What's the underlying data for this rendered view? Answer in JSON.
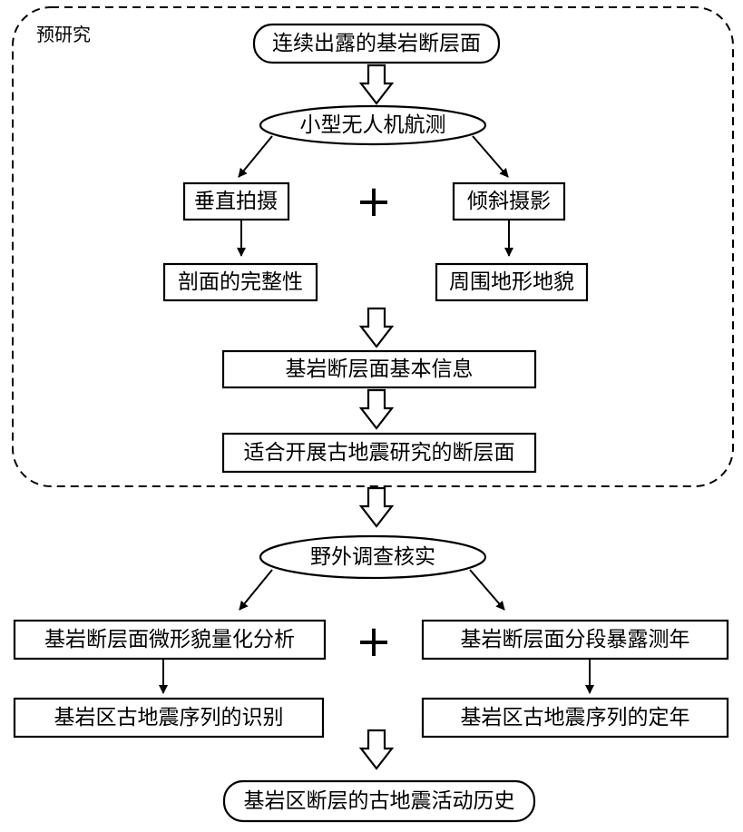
{
  "region": {
    "label": "预研究"
  },
  "nodes": {
    "bedrock_exposure": "连续出露的基岩断层面",
    "uav_survey": "小型无人机航测",
    "vertical_shot": "垂直拍摄",
    "oblique_photo": "倾斜摄影",
    "profile_integrity": "剖面的完整性",
    "surrounding_landform": "周围地形地貌",
    "basic_info": "基岩断层面基本信息",
    "suitable_surface": "适合开展古地震研究的断层面",
    "field_verification": "野外调查核实",
    "micro_quantify": "基岩断层面微形貌量化分析",
    "segment_dating": "基岩断层面分段暴露测年",
    "sequence_identify": "基岩区古地震序列的识别",
    "sequence_dating": "基岩区古地震序列的定年",
    "history": "基岩区断层的古地震活动历史"
  },
  "operators": {
    "plus_top": "+",
    "plus_bottom": "+"
  }
}
